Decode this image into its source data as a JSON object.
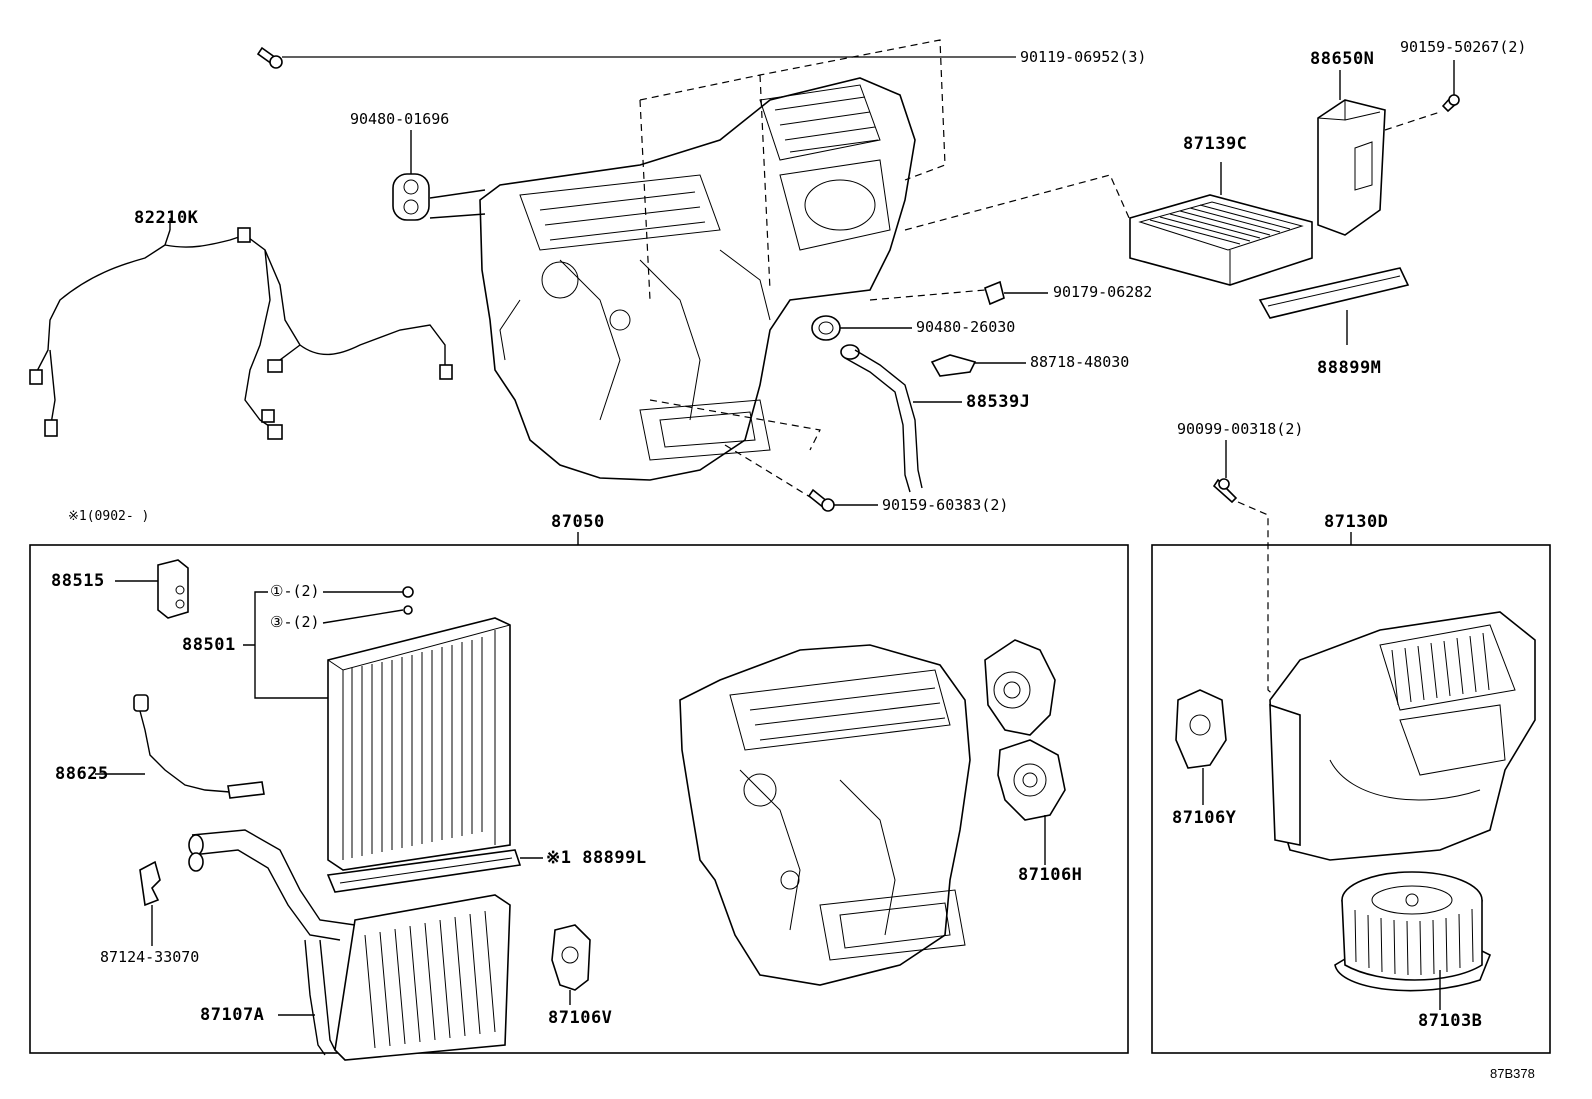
{
  "labels": {
    "l82210K": "82210K",
    "l90480_01696": "90480-01696",
    "l90119": "90119-06952(3)",
    "l88650N": "88650N",
    "l90159_50267": "90159-50267(2)",
    "l87139C": "87139C",
    "l90179": "90179-06282",
    "l90480_26030": "90480-26030",
    "l88718": "88718-48030",
    "l88539J": "88539J",
    "l88899M": "88899M",
    "l90099": "90099-00318(2)",
    "l90159_60383": "90159-60383(2)",
    "lNote": "※1(0902-     )",
    "l87050": "87050",
    "l87130D": "87130D",
    "l88515": "88515",
    "l88501": "88501",
    "lSub1": "①-(2)",
    "lSub3": "③-(2)",
    "l88625": "88625",
    "l88899L": "※1 88899L",
    "l87124": "87124-33070",
    "l87107A": "87107A",
    "l87106V": "87106V",
    "l87106H": "87106H",
    "l87106Y": "87106Y",
    "l87103B": "87103B",
    "lRef": "87B378"
  }
}
